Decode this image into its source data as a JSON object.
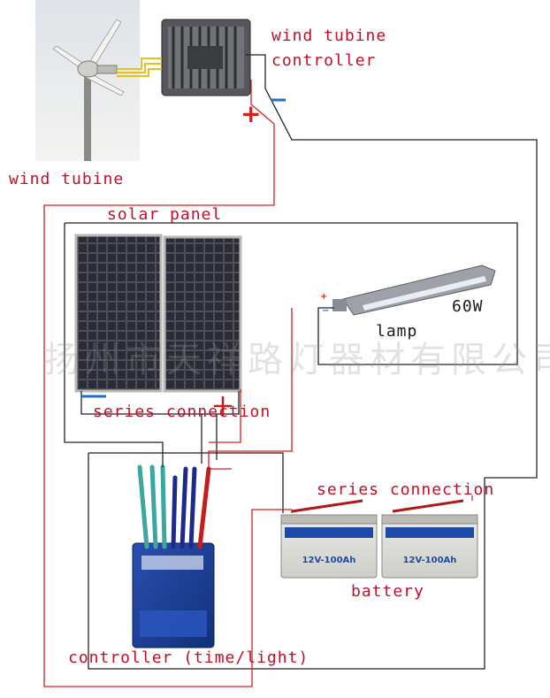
{
  "labels": {
    "wind_controller_line1": "wind tubine",
    "wind_controller_line2": "controller",
    "wind_turbine": "wind tubine",
    "solar_panel": "solar panel",
    "lamp_power": "60W",
    "lamp": "lamp",
    "series_connection_panels": "series connection",
    "series_connection_battery": "series connection",
    "battery": "battery",
    "controller": "controller (time/light)"
  },
  "battery_spec": "12V-100Ah",
  "watermark": "扬州市天祥路灯器材有限公司",
  "signs": {
    "plus": "+",
    "minus": "−"
  },
  "colors": {
    "positive_wire": "#d42020",
    "negative_wire": "#222222",
    "label_red": "#c0102a",
    "minus_sign": "#1e6fd0"
  }
}
